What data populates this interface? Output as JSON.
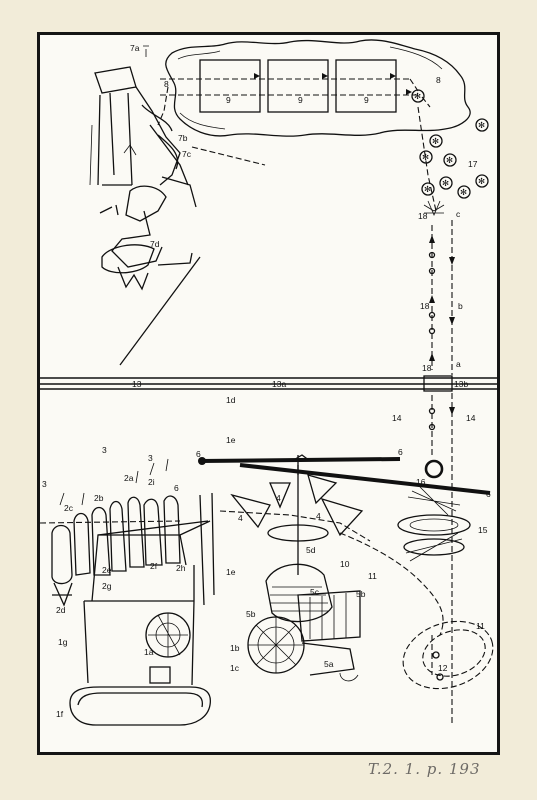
{
  "labels": {
    "l7a": "7a",
    "l7b": "7b",
    "l7c": "7c",
    "l7d": "7d",
    "l8a": "8",
    "l8b": "8",
    "l9a": "9",
    "l9b": "9",
    "l9c": "9",
    "l17": "17",
    "l18a": "18",
    "l18b": "18",
    "l18c": "18",
    "lc": "c",
    "lb": "b",
    "la": "a",
    "l13": "13",
    "l13a": "13a",
    "l13b": "13b",
    "l1d": "1d",
    "l1e": "1e",
    "l1e2": "1e",
    "l14a": "14",
    "l14b": "14",
    "l16": "16",
    "l15": "15",
    "l6a": "6",
    "l6b": "6",
    "l6c": "6",
    "l6d": "6",
    "l3a": "3",
    "l3b": "3",
    "l3c": "3",
    "l2a": "2a",
    "l2b": "2b",
    "l2c": "2c",
    "l2d": "2d",
    "l2e": "2e",
    "l2f": "2f",
    "l2g": "2g",
    "l2h": "2h",
    "l2i": "2i",
    "l4a": "4",
    "l4b": "4",
    "l4c": "4",
    "l5a": "5a",
    "l5b": "5b",
    "l5b2": "5b",
    "l5c": "5c",
    "l5d": "5d",
    "l10": "10",
    "l11a": "11",
    "l11b": "11",
    "l12": "12",
    "l1a": "1a",
    "l1b": "1b",
    "l1c": "1c",
    "l1f": "1f",
    "l1g": "1g"
  },
  "signature": "T.2. 1. p. 193"
}
